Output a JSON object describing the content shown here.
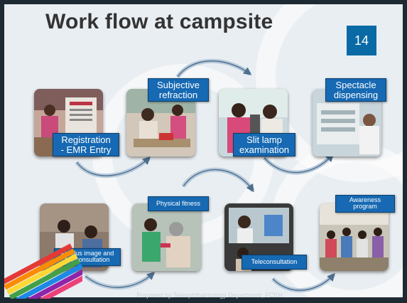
{
  "slide": {
    "title": "Work flow at campsite",
    "page_number": "14",
    "footer": "Prepared by Teleophthalmology Department, FCEH"
  },
  "labels": {
    "registration": "Registration\n- EMR Entry",
    "subjective": "Subjective\nrefraction",
    "slit_lamp": "Slit lamp\nexamination",
    "spectacle": "Spectacle\ndispensing",
    "fundus": "Fundus image and\nteleconsultation",
    "physical": "Physical fitness",
    "teleconsultation": "Teleconsultation",
    "awareness": "Awareness\nprogram"
  },
  "colors": {
    "label_blue": "#1669b2",
    "page_badge": "#0a6aa5"
  }
}
